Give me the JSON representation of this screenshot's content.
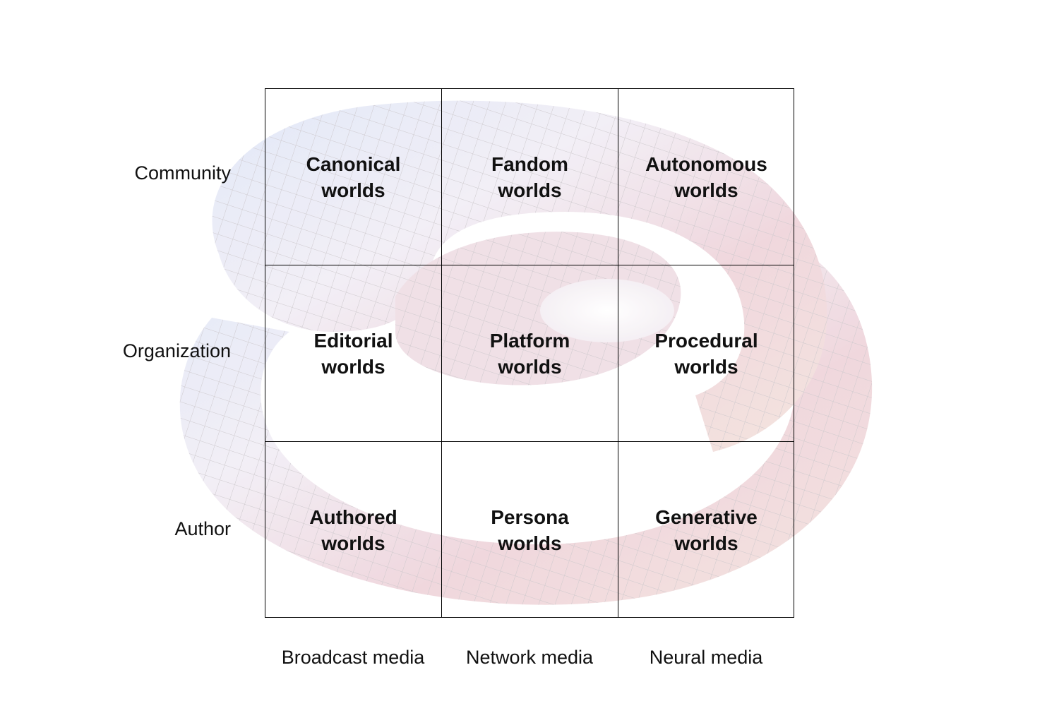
{
  "rows": [
    {
      "label": "Community",
      "cells": [
        {
          "line1": "Canonical",
          "line2": "worlds"
        },
        {
          "line1": "Fandom",
          "line2": "worlds"
        },
        {
          "line1": "Autonomous",
          "line2": "worlds"
        }
      ]
    },
    {
      "label": "Organization",
      "cells": [
        {
          "line1": "Editorial",
          "line2": "worlds"
        },
        {
          "line1": "Platform",
          "line2": "worlds"
        },
        {
          "line1": "Procedural",
          "line2": "worlds"
        }
      ]
    },
    {
      "label": "Author",
      "cells": [
        {
          "line1": "Authored",
          "line2": "worlds"
        },
        {
          "line1": "Persona",
          "line2": "worlds"
        },
        {
          "line1": "Generative",
          "line2": "worlds"
        }
      ]
    }
  ],
  "columns": [
    "Broadcast media",
    "Network media",
    "Neural media"
  ],
  "colors": {
    "grid_line": "#000000",
    "surface_light": "#eef2fb",
    "surface_blue": "#cfd9f2",
    "surface_pink": "#ecc9d1",
    "mesh": "#c9c4c8"
  }
}
